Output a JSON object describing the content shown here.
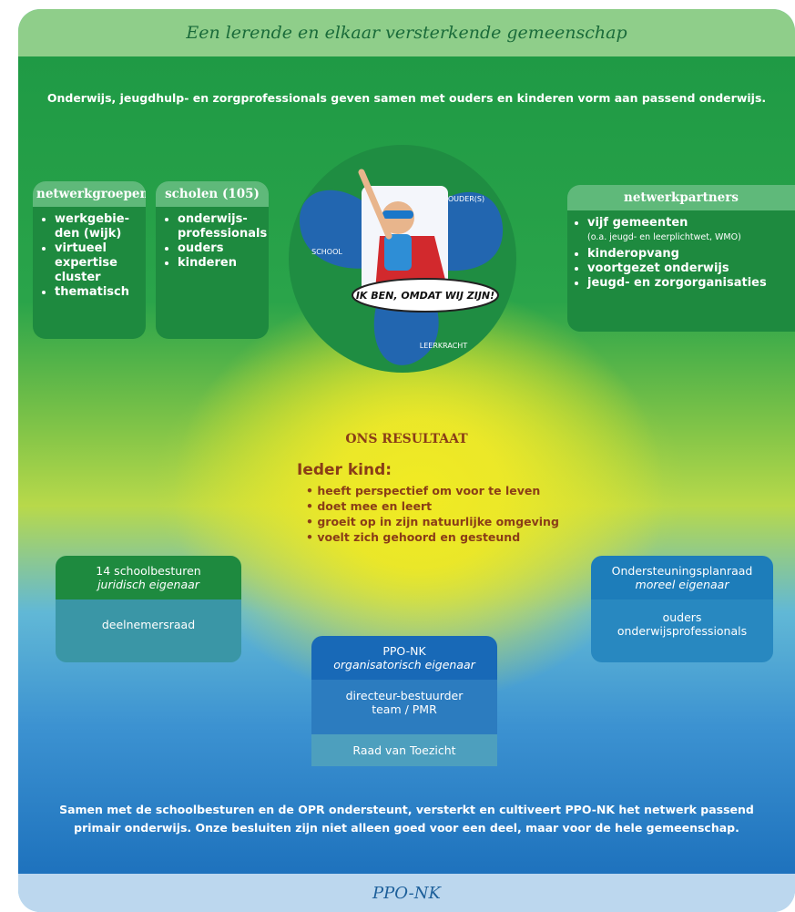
{
  "header_title": "Een lerende en elkaar versterkende gemeenschap",
  "footer_title": "PPO-NK",
  "intro": "Onderwijs, jeugdhulp- en zorgprofessionals geven samen met ouders en kinderen vorm aan passend onderwijs.",
  "netwerkgroepen": {
    "title": "netwerkgroepen",
    "items": [
      "werkgebie-den (wijk)",
      "virtueel expertise cluster",
      "thematisch"
    ]
  },
  "scholen": {
    "title": "scholen (105)",
    "items": [
      "onderwijs-professionals",
      "ouders",
      "kinderen"
    ]
  },
  "netwerkpartners": {
    "title": "netwerkpartners",
    "items": [
      "vijf gemeenten",
      "kinderopvang",
      "voortgezet onderwijs",
      "jeugd- en zorgorganisaties"
    ],
    "note": "(o.a. jeugd- en leerplichtwet, WMO)"
  },
  "circle": {
    "labels": [
      "OUDER(S)",
      "SCHOOL",
      "LEERKRACHT"
    ],
    "bubble": "IK BEN, OMDAT WIJ ZIJN!"
  },
  "result": {
    "title": "ONS RESULTAAT",
    "kind": "Ieder kind:",
    "items": [
      "heeft perspectief om voor te leven",
      "doet mee en leert",
      "groeit op in zijn natuurlijke omgeving",
      "voelt zich gehoord en gesteund"
    ]
  },
  "schoolbesturen": {
    "line1": "14 schoolbesturen",
    "line2": "juridisch eigenaar",
    "sub": "deelnemersraad"
  },
  "opr": {
    "line1": "Ondersteuningsplanraad",
    "line2": "moreel eigenaar",
    "sub1": "ouders",
    "sub2": "onderwijsprofessionals"
  },
  "ppo": {
    "line1": "PPO-NK",
    "line2": "organisatorisch eigenaar",
    "mid1": "directeur-bestuurder",
    "mid2": "team / PMR",
    "bottom": "Raad van Toezicht"
  },
  "closing": "Samen met de schoolbesturen en de OPR ondersteunt, versterkt en cultiveert PPO-NK het netwerk passend primair onderwijs. Onze besluiten zijn niet alleen goed voor een deel, maar voor de hele gemeenschap."
}
